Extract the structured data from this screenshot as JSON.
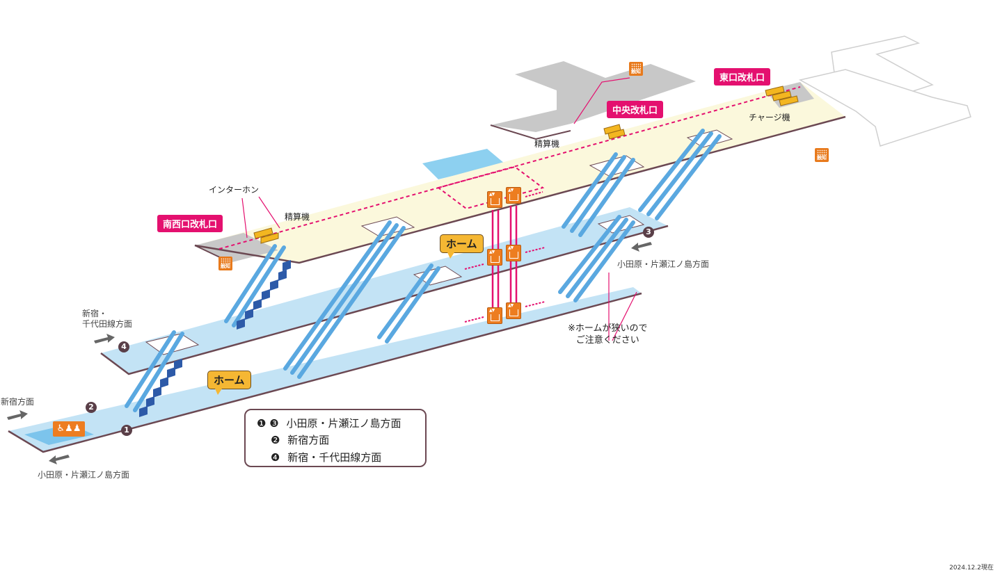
{
  "gates": {
    "south_west": "南西口改札口",
    "central": "中央改札口",
    "east": "東口改札口"
  },
  "facilities": {
    "intercom": "インターホン",
    "fare_adjust_1": "精算機",
    "fare_adjust_2": "精算機",
    "charge_machine": "チャージ機",
    "tactile_label": "触知"
  },
  "platform_label_upper": "ホーム",
  "platform_label_lower": "ホーム",
  "directions": {
    "shinjuku_chiyoda": "新宿・\n千代田線方面",
    "shinjuku": "新宿方面",
    "odawara_lower": "小田原・片瀬江ノ島方面",
    "odawara_upper": "小田原・片瀬江ノ島方面"
  },
  "narrow_note": "※ホームが狭いので\nご注意ください",
  "track_numbers": [
    "❶",
    "❷",
    "❸",
    "❹"
  ],
  "legend": {
    "row1_nums": "❶ ❸",
    "row1_text": "小田原・片瀬江ノ島方面",
    "row2_num": "❷",
    "row2_text": "新宿方面",
    "row3_num": "❹",
    "row3_text": "新宿・千代田線方面"
  },
  "date": "2024.12.2現在",
  "colors": {
    "gate": "#e4106f",
    "platform": "#c3e3f5",
    "concourse": "#fbf8dc",
    "escalator": "#5aa8e0",
    "route": "#e4106f",
    "accent_orange": "#ed7d20"
  }
}
